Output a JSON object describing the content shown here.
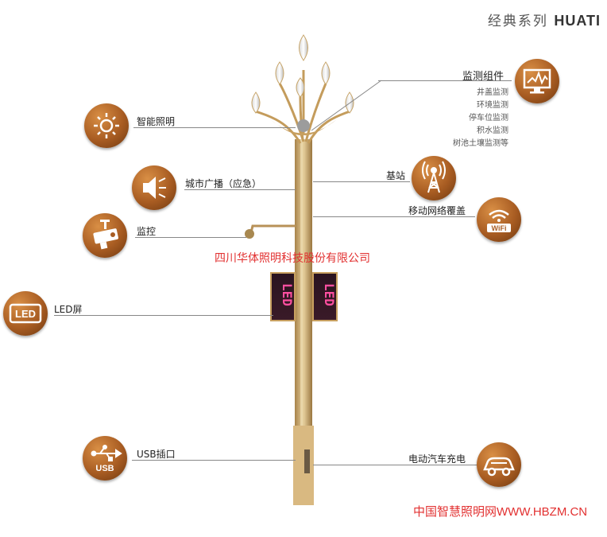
{
  "brand": {
    "cn": "经典系列",
    "en": "HUATI"
  },
  "features": {
    "smart_lighting": "智能照明",
    "broadcast": "城市广播（应急）",
    "surveillance": "监控",
    "led_screen": "LED屏",
    "usb": "USB插口",
    "monitoring_title": "监测组件",
    "monitoring_items": [
      "井盖监测",
      "环境监测",
      "停车位监测",
      "积水监测",
      "树池土壤监测等"
    ],
    "base_station": "基站",
    "mobile_network": "移动网络覆盖",
    "ev_charging": "电动汽车充电"
  },
  "icons": {
    "led_text": "LED",
    "usb_text": "USB",
    "wifi_text": "WiFi",
    "screen_text": "LED"
  },
  "watermarks": {
    "company": "四川华体照明科技股份有限公司",
    "site": "中国智慧照明网WWW.HBZM.CN"
  },
  "colors": {
    "accent": "#b56a2c",
    "gold": "#c9a46a",
    "watermark": "#e23030"
  }
}
